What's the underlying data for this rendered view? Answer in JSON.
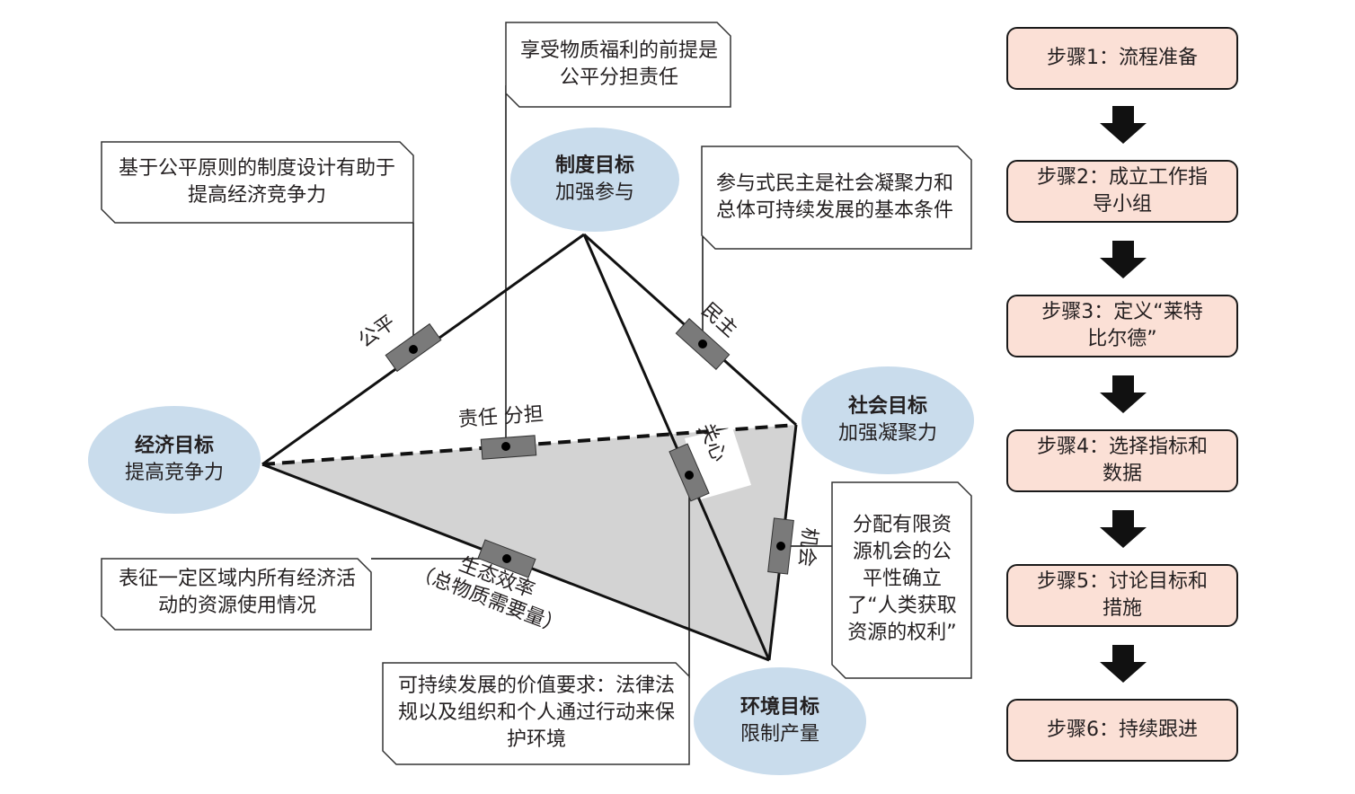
{
  "colors": {
    "ellipse_fill": "#c9dcec",
    "step_fill": "#fbe0d6",
    "tetra_fill": "#d3d3d3",
    "marker_fill": "#7a7a7a"
  },
  "nodes": {
    "institutional": {
      "title": "制度目标",
      "subtitle": "加强参与"
    },
    "economic": {
      "title": "经济目标",
      "subtitle": "提高竞争力"
    },
    "social": {
      "title": "社会目标",
      "subtitle": "加强凝聚力"
    },
    "environmental": {
      "title": "环境目标",
      "subtitle": "限制产量"
    }
  },
  "edge_labels": {
    "fairness": "公平",
    "democracy": "民主",
    "burden_sharing": "责任 分担",
    "care": "关心",
    "opportunity": "机会",
    "eco_efficiency_line1": "生态效率",
    "eco_efficiency_line2": "（总物质需要量）"
  },
  "callouts": {
    "welfare": "享受物质福利的前提是公平分担责任",
    "fairness_design": "基于公平原则的制度设计有助于提高经济竞争力",
    "participatory_democracy": "参与式民主是社会凝聚力和总体可持续发展的基本条件",
    "resource_use": "表征一定区域内所有经济活动的资源使用情况",
    "value_requirements": "可持续发展的价值要求：法律法规以及组织和个人通过行动来保护环境",
    "fair_allocation": "分配有限资源机会的公平性确立了“人类获取资源的权利”"
  },
  "steps": [
    {
      "label": "步骤1：流程准备"
    },
    {
      "label": "步骤2：成立工作指导小组"
    },
    {
      "label": "步骤3：定义“莱特比尔德”"
    },
    {
      "label": "步骤4：选择指标和数据"
    },
    {
      "label": "步骤5：讨论目标和措施"
    },
    {
      "label": "步骤6：持续跟进"
    }
  ]
}
